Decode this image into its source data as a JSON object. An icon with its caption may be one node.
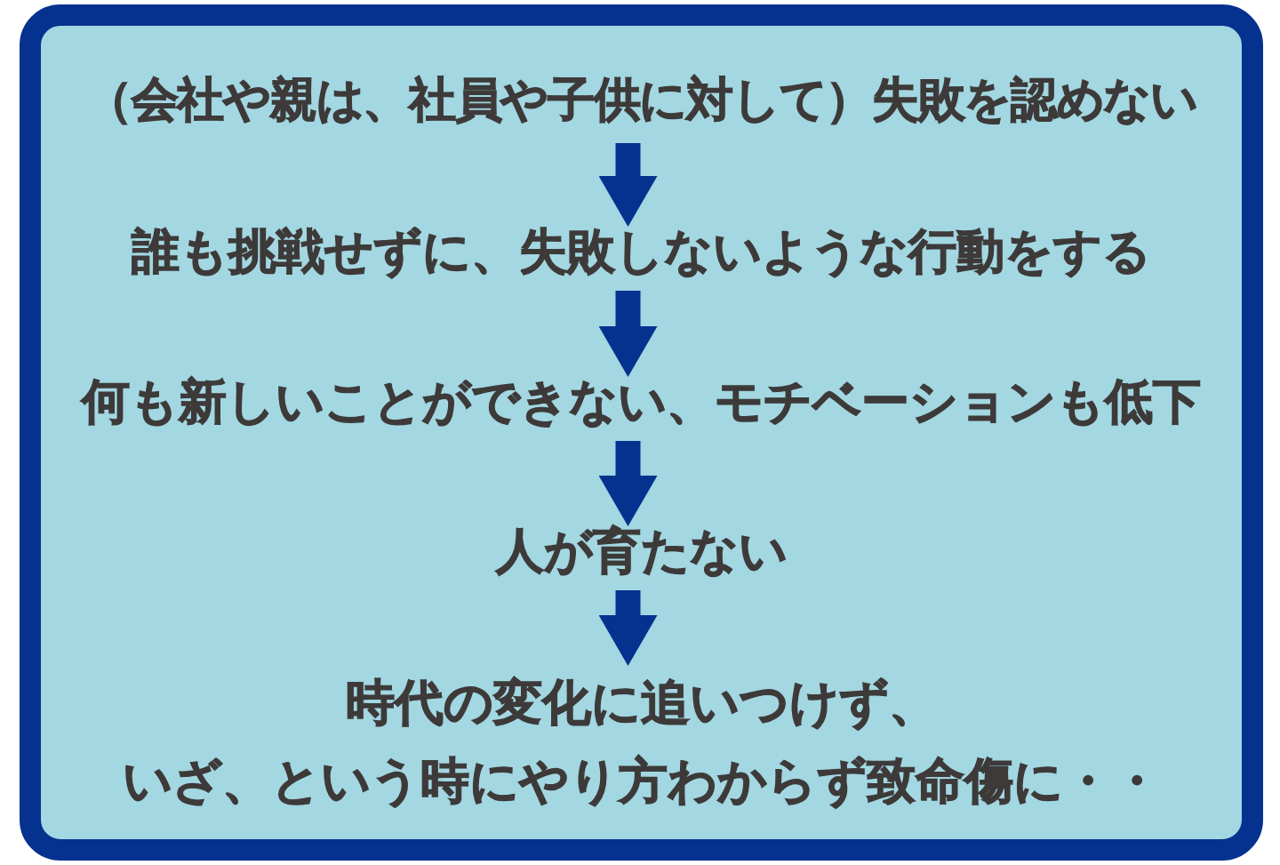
{
  "diagram": {
    "nodes": [
      {
        "text": [],
        "shape": "box"
      },
      {
        "text": [
          "（会社や親は、社員や子供に対して）失敗を認めない"
        ],
        "in": 0
      },
      {
        "text": [
          "誰も挑戦せずに、失敗しないような行動をする"
        ],
        "in": 0
      },
      {
        "text": [
          "何も新しいことができない、モチベーションも低下"
        ],
        "in": 0
      },
      {
        "text": [
          "人が育たない"
        ],
        "in": 0
      },
      {
        "text": [
          "時代の変化に追いつけず、いざ、という時にやり方わからず致命傷に・・"
        ],
        "in": 0
      }
    ],
    "edges": [
      {
        "from": 1,
        "to": 2,
        "arrow": "to"
      },
      {
        "from": 2,
        "to": 3,
        "arrow": "to"
      },
      {
        "from": 3,
        "to": 4,
        "arrow": "to"
      },
      {
        "from": 4,
        "to": 5,
        "arrow": "to"
      }
    ]
  }
}
